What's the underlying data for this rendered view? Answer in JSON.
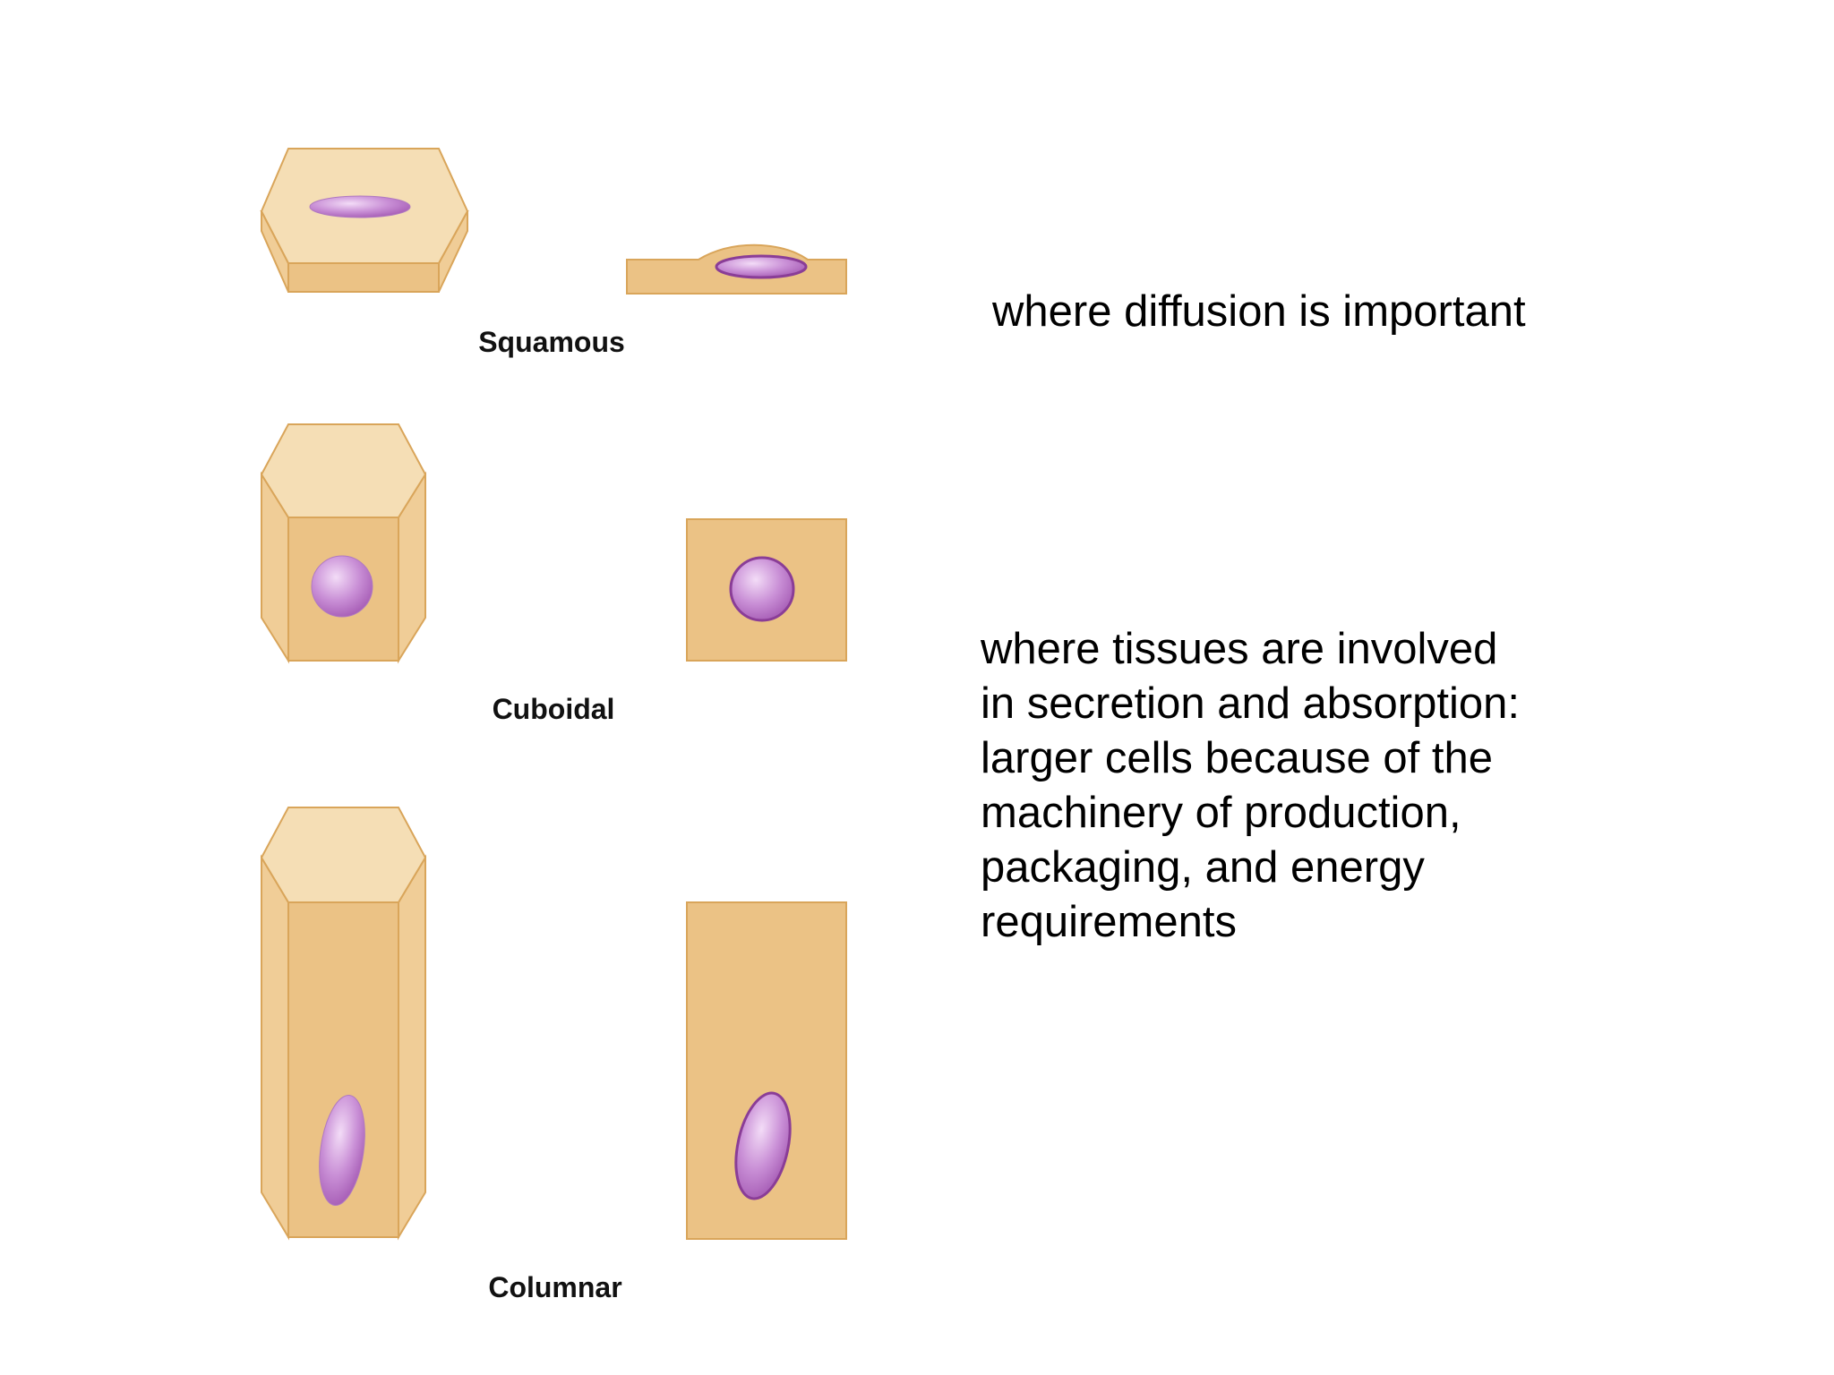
{
  "labels": {
    "squamous": "Squamous",
    "cuboidal": "Cuboidal",
    "columnar": "Columnar"
  },
  "notes": {
    "squamous": "where diffusion is important",
    "columnar": "where tissues are involved\nin secretion and absorption:\nlarger cells because of the\nmachinery of production,\npackaging, and energy\nrequirements"
  },
  "colors": {
    "cell_top": "#f5deb5",
    "cell_side_light": "#f0cd97",
    "cell_front": "#ebc285",
    "cell_outline": "#d9a55a",
    "nucleus_fill": "#c38ad0",
    "nucleus_outline": "#8a3d97"
  }
}
